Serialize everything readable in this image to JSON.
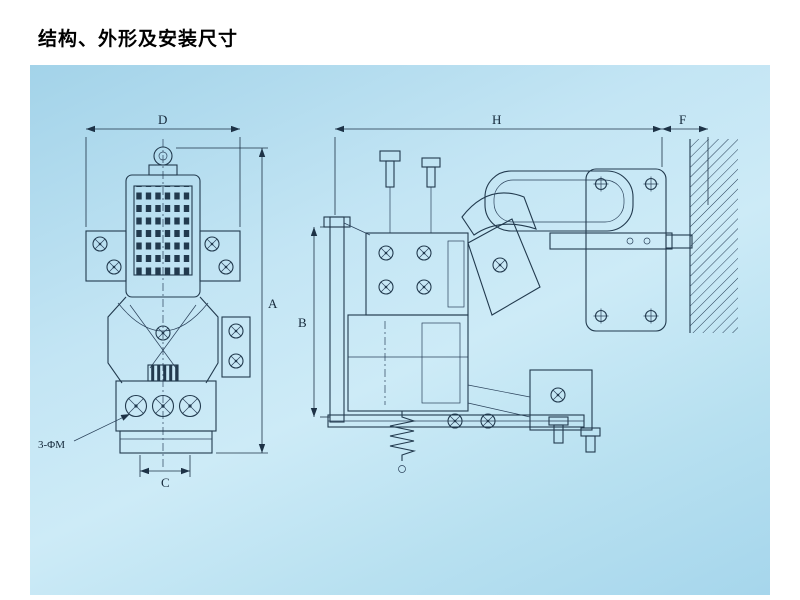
{
  "page": {
    "title": "结构、外形及安装尺寸"
  },
  "drawing": {
    "dimensions": {
      "d": "D",
      "a": "A",
      "c": "C",
      "b": "B",
      "h": "H",
      "f": "F"
    },
    "annotations": {
      "mounting_holes": "3-ΦM"
    },
    "colors": {
      "paper_blue": "#b9e0f1",
      "ink": "#223a4e"
    }
  }
}
